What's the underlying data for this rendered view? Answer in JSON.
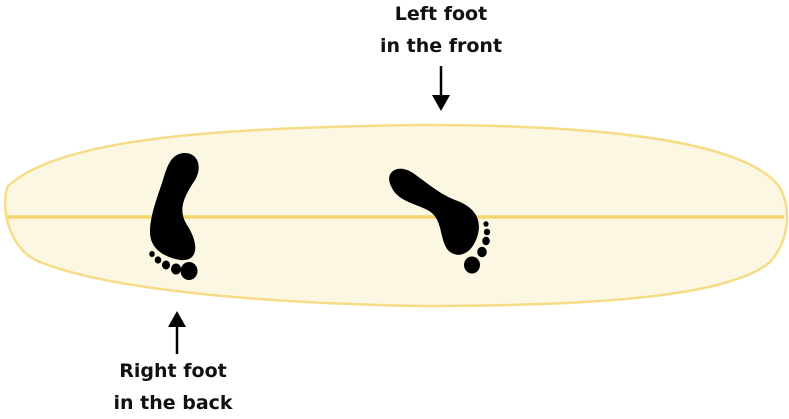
{
  "labels": {
    "left_foot": {
      "line1": "Left foot",
      "line2": "in the front"
    },
    "right_foot": {
      "line1": "Right foot",
      "line2": "in the back"
    }
  },
  "colors": {
    "board_fill": "#fcf7e3",
    "board_outline": "#f6dc86",
    "stringer": "#f5d56e",
    "foot": "#000000",
    "arrow": "#000000",
    "text": "#111111"
  },
  "icons": {
    "left_foot": "left-footprint-icon",
    "right_foot": "right-footprint-icon"
  }
}
